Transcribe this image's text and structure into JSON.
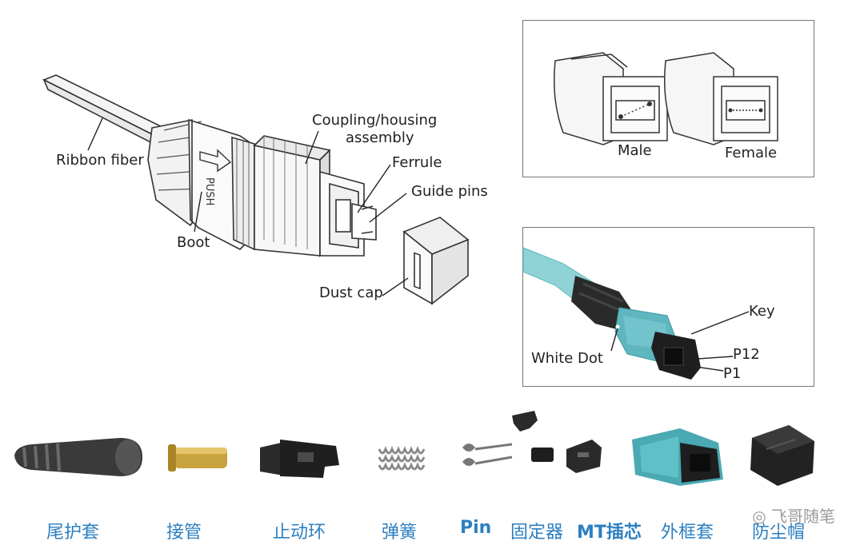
{
  "main_diagram": {
    "labels": {
      "ribbon_fiber": "Ribbon fiber",
      "boot": "Boot",
      "coupling_line1": "Coupling/housing",
      "coupling_line2": "assembly",
      "ferrule": "Ferrule",
      "guide_pins": "Guide pins",
      "dust_cap": "Dust cap",
      "push_text": "PUSH"
    }
  },
  "gender_panel": {
    "male": "Male",
    "female": "Female"
  },
  "key_panel": {
    "key": "Key",
    "white_dot": "White Dot",
    "p12": "P12",
    "p1": "P1"
  },
  "parts": [
    {
      "label": "尾护套"
    },
    {
      "label": "接管"
    },
    {
      "label": "止动环"
    },
    {
      "label": "弹簧"
    },
    {
      "label": "Pin"
    },
    {
      "label": "固定器"
    },
    {
      "label": "MT插芯"
    },
    {
      "label": "外框套"
    },
    {
      "label": "防尘帽"
    }
  ],
  "watermark": "飞哥随笔",
  "colors": {
    "caption_blue": "#2c7fc0",
    "aqua_housing": "#5fb6bf",
    "black": "#1e1e1e"
  }
}
